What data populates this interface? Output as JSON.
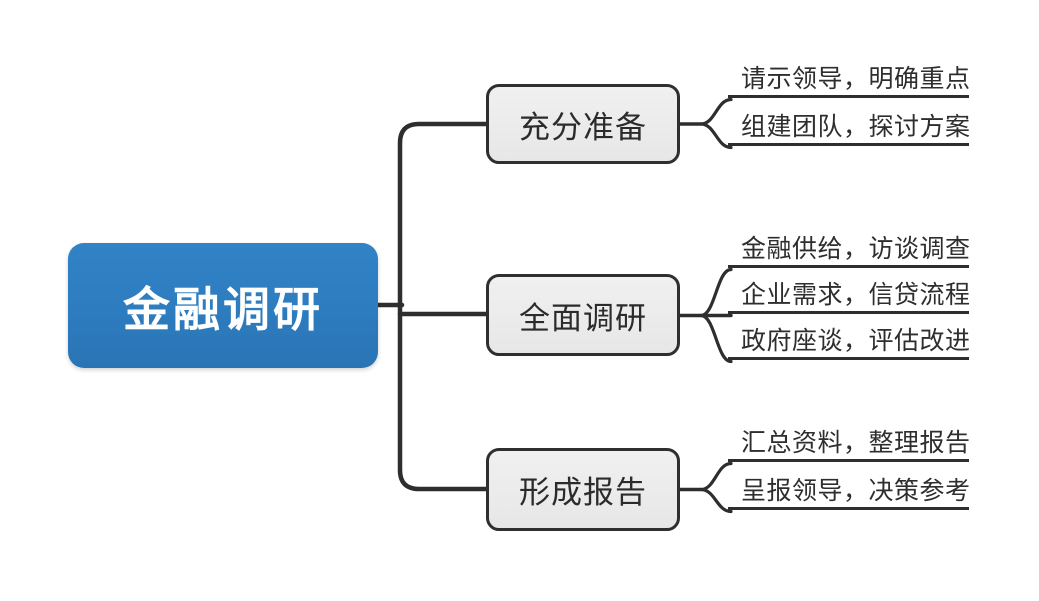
{
  "root": {
    "label": "金融调研"
  },
  "branches": [
    {
      "label": "充分准备",
      "leaves": [
        "请示领导，明确重点",
        "组建团队，探讨方案"
      ]
    },
    {
      "label": "全面调研",
      "leaves": [
        "金融供给，访谈调查",
        "企业需求，信贷流程",
        "政府座谈，评估改进"
      ]
    },
    {
      "label": "形成报告",
      "leaves": [
        "汇总资料，整理报告",
        "呈报领导，决策参考"
      ]
    }
  ],
  "colors": {
    "root_bg": "#2d7cbf",
    "root_text": "#ffffff",
    "branch_bg": "#eaeaea",
    "branch_border": "#2f2f2f",
    "connector_line": "#2e2e2e",
    "leaf_text": "#2e2e2e",
    "background": "#ffffff"
  }
}
